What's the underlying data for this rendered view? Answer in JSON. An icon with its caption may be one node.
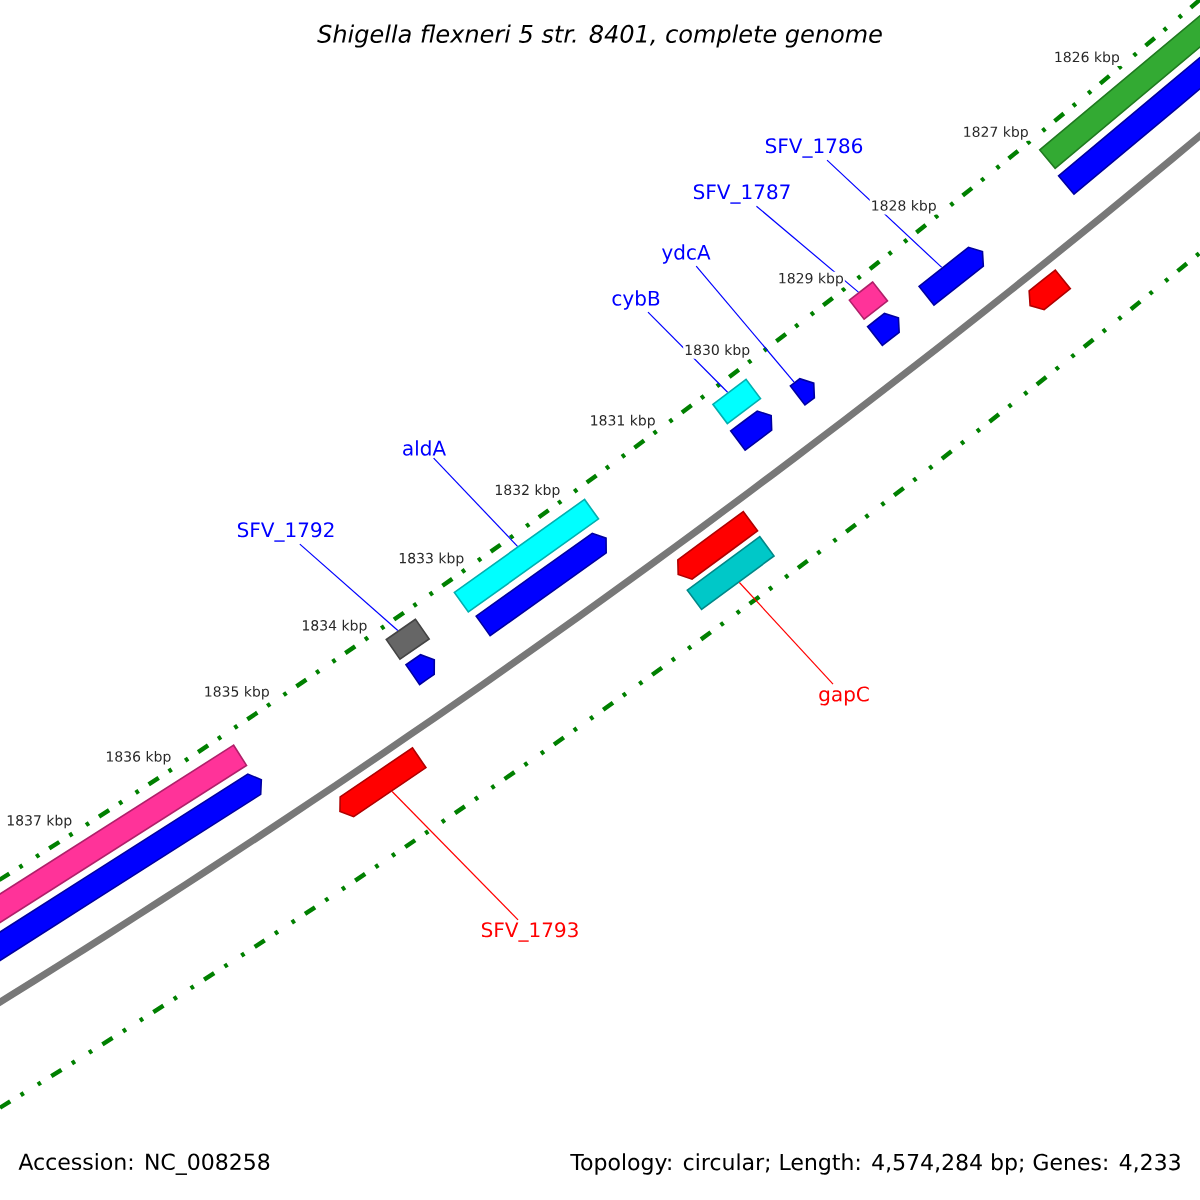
{
  "diagram": {
    "title": "Shigella flexneri 5 str. 8401, complete genome",
    "nodes": [
      {
        "text": [
          "SFV_1786"
        ]
      },
      {
        "text": [
          "SFV_1787"
        ]
      },
      {
        "text": [
          "ydcA"
        ]
      },
      {
        "text": [
          "cybB"
        ]
      },
      {
        "text": [
          "aldA"
        ]
      },
      {
        "text": [
          "SFV_1792"
        ]
      },
      {
        "text": [
          "gapC"
        ]
      },
      {
        "text": [
          "SFV_1793"
        ]
      },
      {
        "text": [],
        "shape": "arrow"
      },
      {
        "text": [],
        "shape": "box"
      },
      {
        "text": [],
        "shape": "arrow"
      },
      {
        "text": [],
        "shape": "box"
      },
      {
        "text": [],
        "shape": "box"
      },
      {
        "text": [],
        "shape": "box"
      },
      {
        "text": [],
        "shape": "box"
      },
      {
        "text": [],
        "shape": "arrow"
      }
    ],
    "edges": [
      {
        "from": 0,
        "to": 8,
        "arrow": "none"
      },
      {
        "from": 1,
        "to": 9,
        "arrow": "none"
      },
      {
        "from": 2,
        "to": 10,
        "arrow": "none"
      },
      {
        "from": 3,
        "to": 11,
        "arrow": "none"
      },
      {
        "from": 4,
        "to": 12,
        "arrow": "none"
      },
      {
        "from": 5,
        "to": 13,
        "arrow": "none"
      },
      {
        "from": 6,
        "to": 14,
        "arrow": "none",
        "color": "#ff0000"
      },
      {
        "from": 7,
        "to": 15,
        "arrow": "none",
        "color": "#ff0000"
      }
    ],
    "labels": [
      "1826 kbp",
      "1827 kbp",
      "1828 kbp",
      "1829 kbp",
      "1830 kbp",
      "1831 kbp",
      "1832 kbp",
      "1833 kbp",
      "1834 kbp",
      "1835 kbp",
      "1836 kbp",
      "1837 kbp",
      "Accession: NC_008258",
      "Topology: circular; Length: 4,574,284 bp; Genes: 4,233"
    ]
  }
}
